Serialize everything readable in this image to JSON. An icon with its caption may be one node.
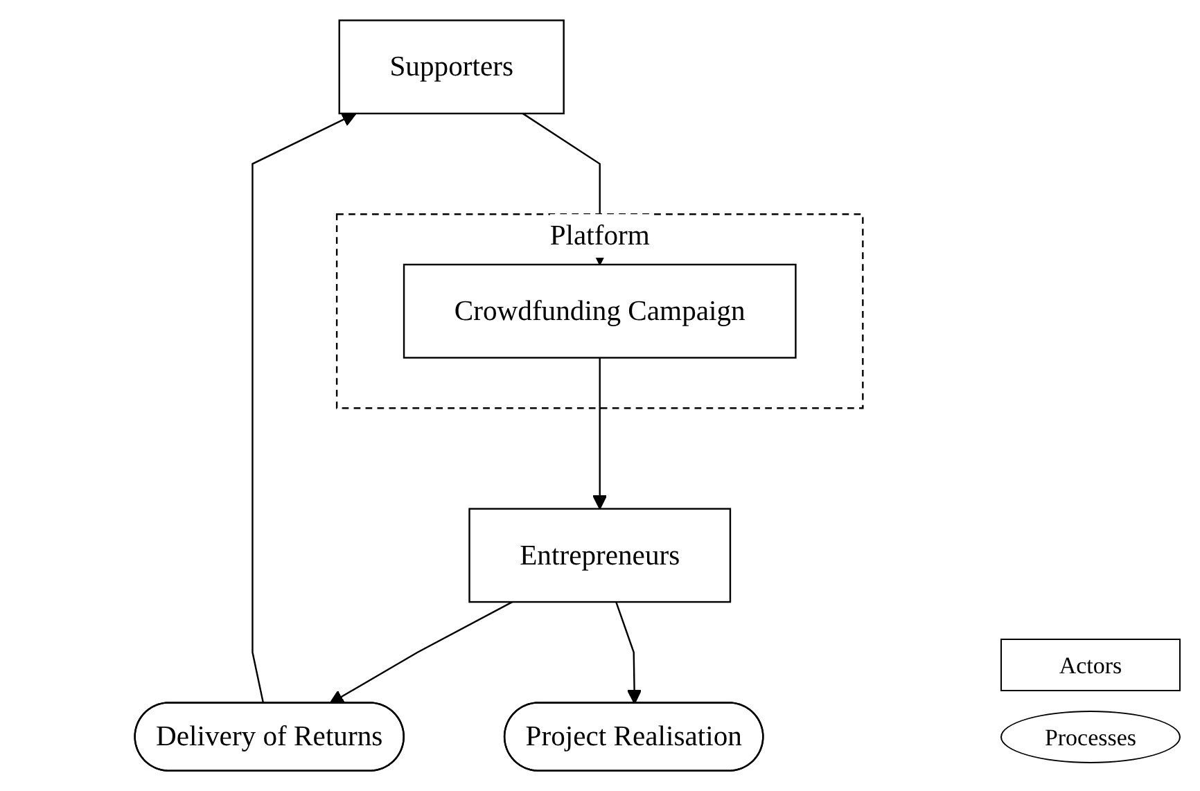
{
  "diagram": {
    "nodes": [
      {
        "text": [
          "Supporters"
        ]
      },
      {
        "text": [
          "Delivery of Returns"
        ]
      },
      {
        "text": [
          "Platform"
        ]
      },
      {
        "text": [
          "Crowdfunding Campaign"
        ],
        "in": 2
      },
      {
        "text": [
          "Entrepreneurs"
        ]
      },
      {
        "text": [
          "Project Realisation"
        ]
      }
    ],
    "edges": [
      {
        "from": 0,
        "to": 3,
        "arrow": "to"
      },
      {
        "from": 3,
        "to": 4,
        "arrow": "to"
      },
      {
        "from": 4,
        "to": 1,
        "arrow": "to"
      },
      {
        "from": 1,
        "to": 0,
        "arrow": "to"
      },
      {
        "from": 4,
        "to": 5,
        "arrow": "to"
      }
    ],
    "legend": [
      {
        "text": "Actors"
      },
      {
        "text": "Processes"
      }
    ]
  }
}
